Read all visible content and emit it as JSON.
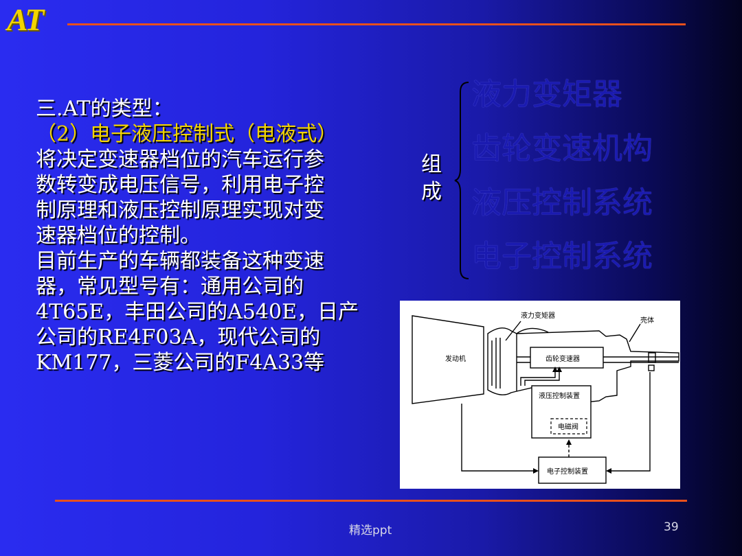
{
  "logo": "AT",
  "heading": "三.AT的类型：",
  "subheading": "（2）电子液压控制式（电液式）",
  "paragraph_lines": [
    "将决定变速器档位的汽车运行参",
    "数转变成电压信号，利用电子控",
    "制原理和液压控制原理实现对变",
    "速器档位的控制。",
    "目前生产的车辆都装备这种变速",
    "器，常见型号有：通用公司的",
    "4T65E，丰田公司的A540E，日产",
    "公司的RE4F03A，现代公司的",
    "KM177，三菱公司的F4A33等"
  ],
  "composition": {
    "label_chars": [
      "组",
      "成"
    ],
    "items": [
      "液力变矩器",
      "齿轮变速机构",
      "液压控制系统",
      "电子控制系统"
    ]
  },
  "diagram": {
    "labels": {
      "torque_converter": "液力变矩器",
      "housing": "壳体",
      "engine": "发动机",
      "gearbox": "齿轮变速器",
      "hydraulic_control": "液压控制装置",
      "solenoid": "电磁阀",
      "electronic_control": "电子控制装置"
    }
  },
  "footer": {
    "source": "精选ppt",
    "page_number": "39"
  },
  "colors": {
    "accent_yellow": "#f2d400",
    "rule_orange": "#e8501c",
    "background_blue": "#2424dc",
    "faded_item_blue": "#1a1ab0"
  }
}
